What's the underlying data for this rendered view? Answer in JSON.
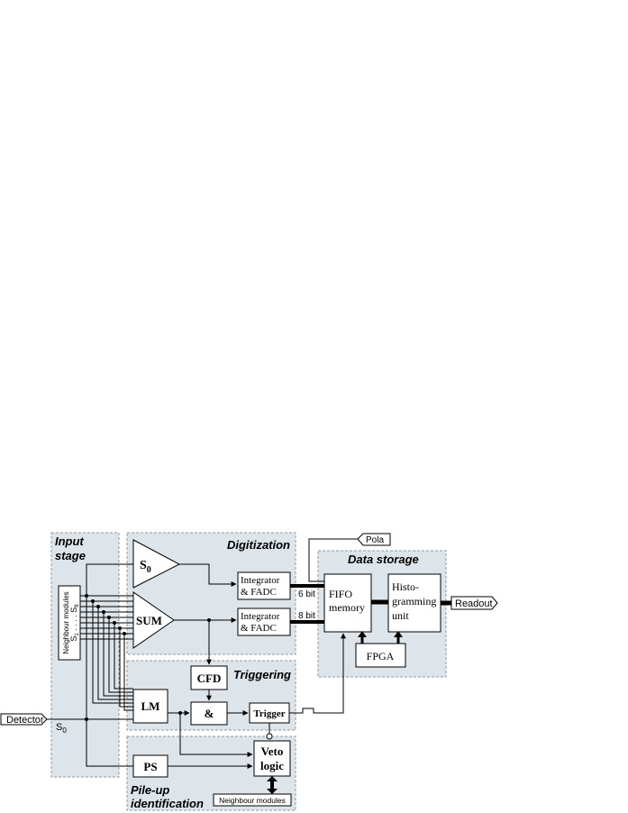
{
  "sections": {
    "input_stage": {
      "line1": "Input",
      "line2": "stage"
    },
    "digitization": {
      "title": "Digitization"
    },
    "triggering": {
      "title": "Triggering"
    },
    "pileup": {
      "line1": "Pile-up",
      "line2": "identification"
    },
    "data_storage": {
      "title": "Data storage"
    }
  },
  "blocks": {
    "neighbour_modules_vertical": "Neighbour modules",
    "s8_label": "S",
    "s8_sub": "8",
    "s1_label": "S",
    "s1_sub": "1",
    "s_dots": ". . . .",
    "s0_amp": "S",
    "s0_amp_sub": "0",
    "sum": "SUM",
    "integrator1_l1": "Integrator",
    "integrator1_l2": "& FADC",
    "integrator2_l1": "Integrator",
    "integrator2_l2": "& FADC",
    "bits1": "6 bit",
    "bits2": "8 bit",
    "fifo_l1": "FIFO",
    "fifo_l2": "memory",
    "histo_l1": "Histo-",
    "histo_l2": "gramming",
    "histo_l3": "unit",
    "fpga": "FPGA",
    "cfd": "CFD",
    "lm": "LM",
    "and": "&",
    "trigger": "Trigger",
    "veto_l1": "Veto",
    "veto_l2": "logic",
    "ps": "PS",
    "neighbour_modules_bottom": "Neighbour modules"
  },
  "io": {
    "detector": "Detector",
    "readout": "Readout",
    "pola": "Pola",
    "s0_input": "S",
    "s0_input_sub": "0"
  },
  "colors": {
    "panel_fill": "#dde4ea",
    "panel_stroke": "#8a9aa8",
    "line": "#000000",
    "box_fill": "#ffffff"
  }
}
